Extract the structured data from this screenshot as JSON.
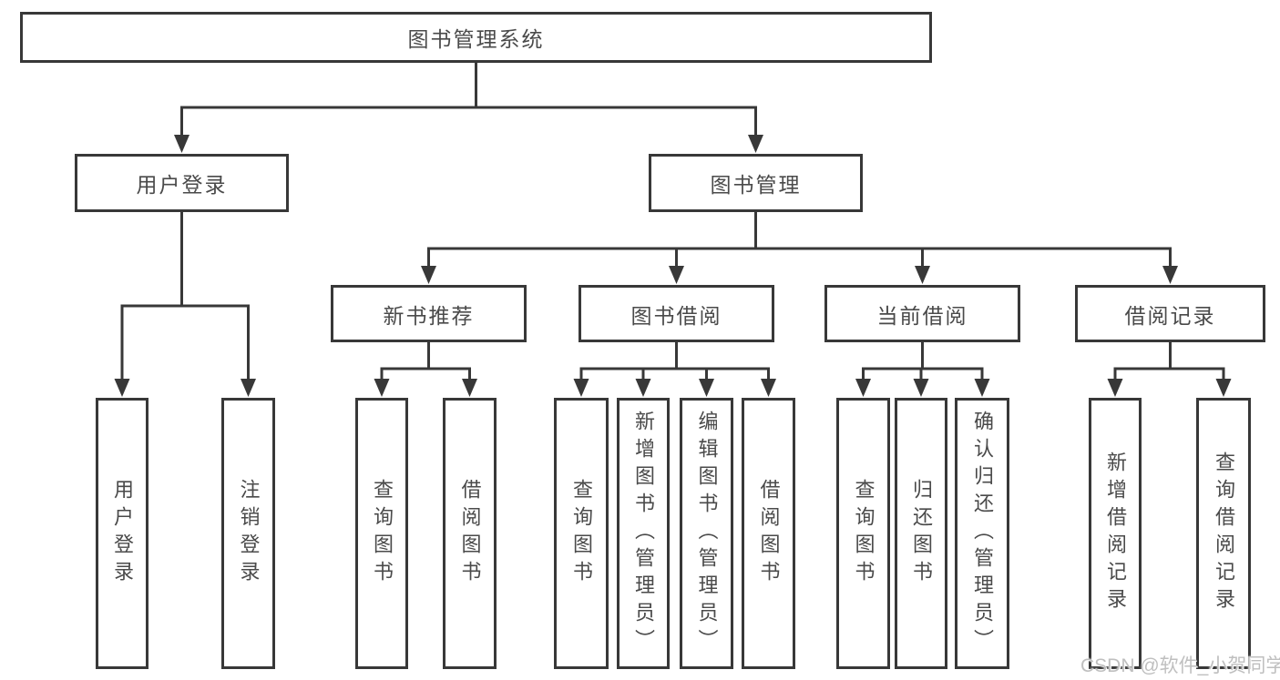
{
  "tree": {
    "label": "图书管理系统",
    "children": [
      {
        "label": "用户登录",
        "children": [
          {
            "label": "用户登录"
          },
          {
            "label": "注销登录"
          }
        ]
      },
      {
        "label": "图书管理",
        "children": [
          {
            "label": "新书推荐",
            "children": [
              {
                "label": "查询图书"
              },
              {
                "label": "借阅图书"
              }
            ]
          },
          {
            "label": "图书借阅",
            "children": [
              {
                "label": "查询图书"
              },
              {
                "label": "新增图书（管理员）"
              },
              {
                "label": "编辑图书（管理员）"
              },
              {
                "label": "借阅图书"
              }
            ]
          },
          {
            "label": "当前借阅",
            "children": [
              {
                "label": "查询图书"
              },
              {
                "label": "归还图书"
              },
              {
                "label": "确认归还（管理员）"
              }
            ]
          },
          {
            "label": "借阅记录",
            "children": [
              {
                "label": "新增借阅记录"
              },
              {
                "label": "查询借阅记录"
              }
            ]
          }
        ]
      }
    ]
  },
  "watermark": {
    "text": "CSDN @软件_小贺同学"
  },
  "colors": {
    "line": "#383838",
    "border": "#383838",
    "text": "#4a4a4a",
    "background": "#ffffff",
    "watermark": "#bfbfbf"
  }
}
